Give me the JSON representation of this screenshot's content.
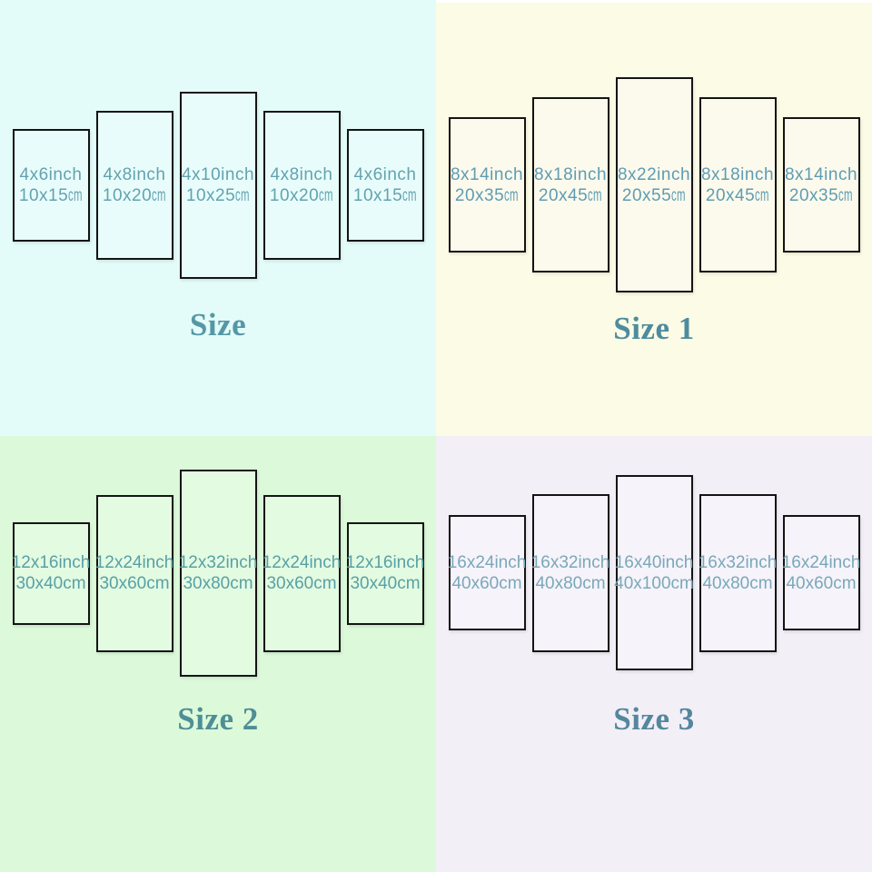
{
  "border_color": "#141414",
  "quadrants": [
    {
      "title": "Size",
      "colors": {
        "background": "#e3fbf9",
        "panel_fill": "#e8fdfb",
        "label": "#63a2b0",
        "title": "#5598a5"
      },
      "panels": [
        {
          "inch": "4x6inch",
          "cm": "10x15",
          "unit": "cm"
        },
        {
          "inch": "4x8inch",
          "cm": "10x20",
          "unit": "cm"
        },
        {
          "inch": "4x10inch",
          "cm": "10x25",
          "unit": "cm"
        },
        {
          "inch": "4x8inch",
          "cm": "10x20",
          "unit": "cm"
        },
        {
          "inch": "4x6inch",
          "cm": "10x15",
          "unit": "cm"
        }
      ]
    },
    {
      "title": "Size 1",
      "colors": {
        "background": "#fcfbe5",
        "panel_fill": "#fbfaec",
        "label": "#5f9cb3",
        "title": "#4d8c9f"
      },
      "panels": [
        {
          "inch": "8x14inch",
          "cm": "20x35",
          "unit": "cm"
        },
        {
          "inch": "8x18inch",
          "cm": "20x45",
          "unit": "cm"
        },
        {
          "inch": "8x22inch",
          "cm": "20x55",
          "unit": "cm"
        },
        {
          "inch": "8x18inch",
          "cm": "20x45",
          "unit": "cm"
        },
        {
          "inch": "8x14inch",
          "cm": "20x35",
          "unit": "cm"
        }
      ]
    },
    {
      "title": "Size 2",
      "colors": {
        "background": "#dcfada",
        "panel_fill": "#e3fbe1",
        "label": "#58a0a6",
        "title": "#4f8e96"
      },
      "panels": [
        {
          "inch": "12x16inch",
          "cm": "30x40",
          "unit": "cm"
        },
        {
          "inch": "12x24inch",
          "cm": "30x60",
          "unit": "cm"
        },
        {
          "inch": "12x32inch",
          "cm": "30x80",
          "unit": "cm"
        },
        {
          "inch": "12x24inch",
          "cm": "30x60",
          "unit": "cm"
        },
        {
          "inch": "12x16inch",
          "cm": "30x40",
          "unit": "cm"
        }
      ]
    },
    {
      "title": "Size 3",
      "colors": {
        "background": "#f3eff7",
        "panel_fill": "#f6f3fa",
        "label": "#7aa8b9",
        "title": "#54879e"
      },
      "panels": [
        {
          "inch": "16x24inch",
          "cm": "40x60",
          "unit": "cm"
        },
        {
          "inch": "16x32inch",
          "cm": "40x80",
          "unit": "cm"
        },
        {
          "inch": "16x40inch",
          "cm": "40x100",
          "unit": "cm"
        },
        {
          "inch": "16x32inch",
          "cm": "40x80",
          "unit": "cm"
        },
        {
          "inch": "16x24inch",
          "cm": "40x60",
          "unit": "cm"
        }
      ]
    }
  ]
}
